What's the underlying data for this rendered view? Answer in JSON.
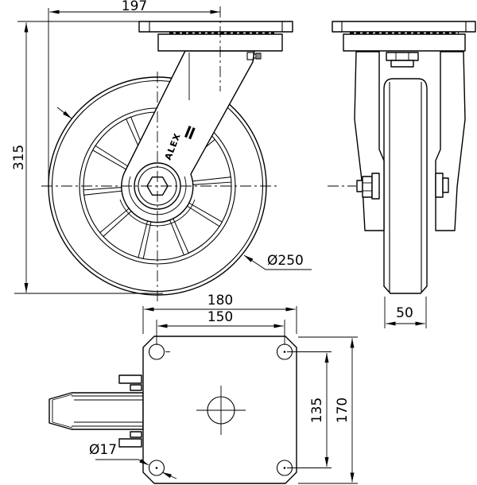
{
  "colors": {
    "ink": "#000000",
    "background": "#ffffff"
  },
  "brand": {
    "logo_text": "ALEX"
  },
  "dimensions": {
    "swivel_offset": "197",
    "overall_height": "315",
    "wheel_diameter": "Ø250",
    "tread_width": "50",
    "plate_width": "180",
    "bolt_spacing_width": "150",
    "bolt_spacing_height": "135",
    "plate_depth": "170",
    "bolt_hole_diameter": "Ø17"
  }
}
